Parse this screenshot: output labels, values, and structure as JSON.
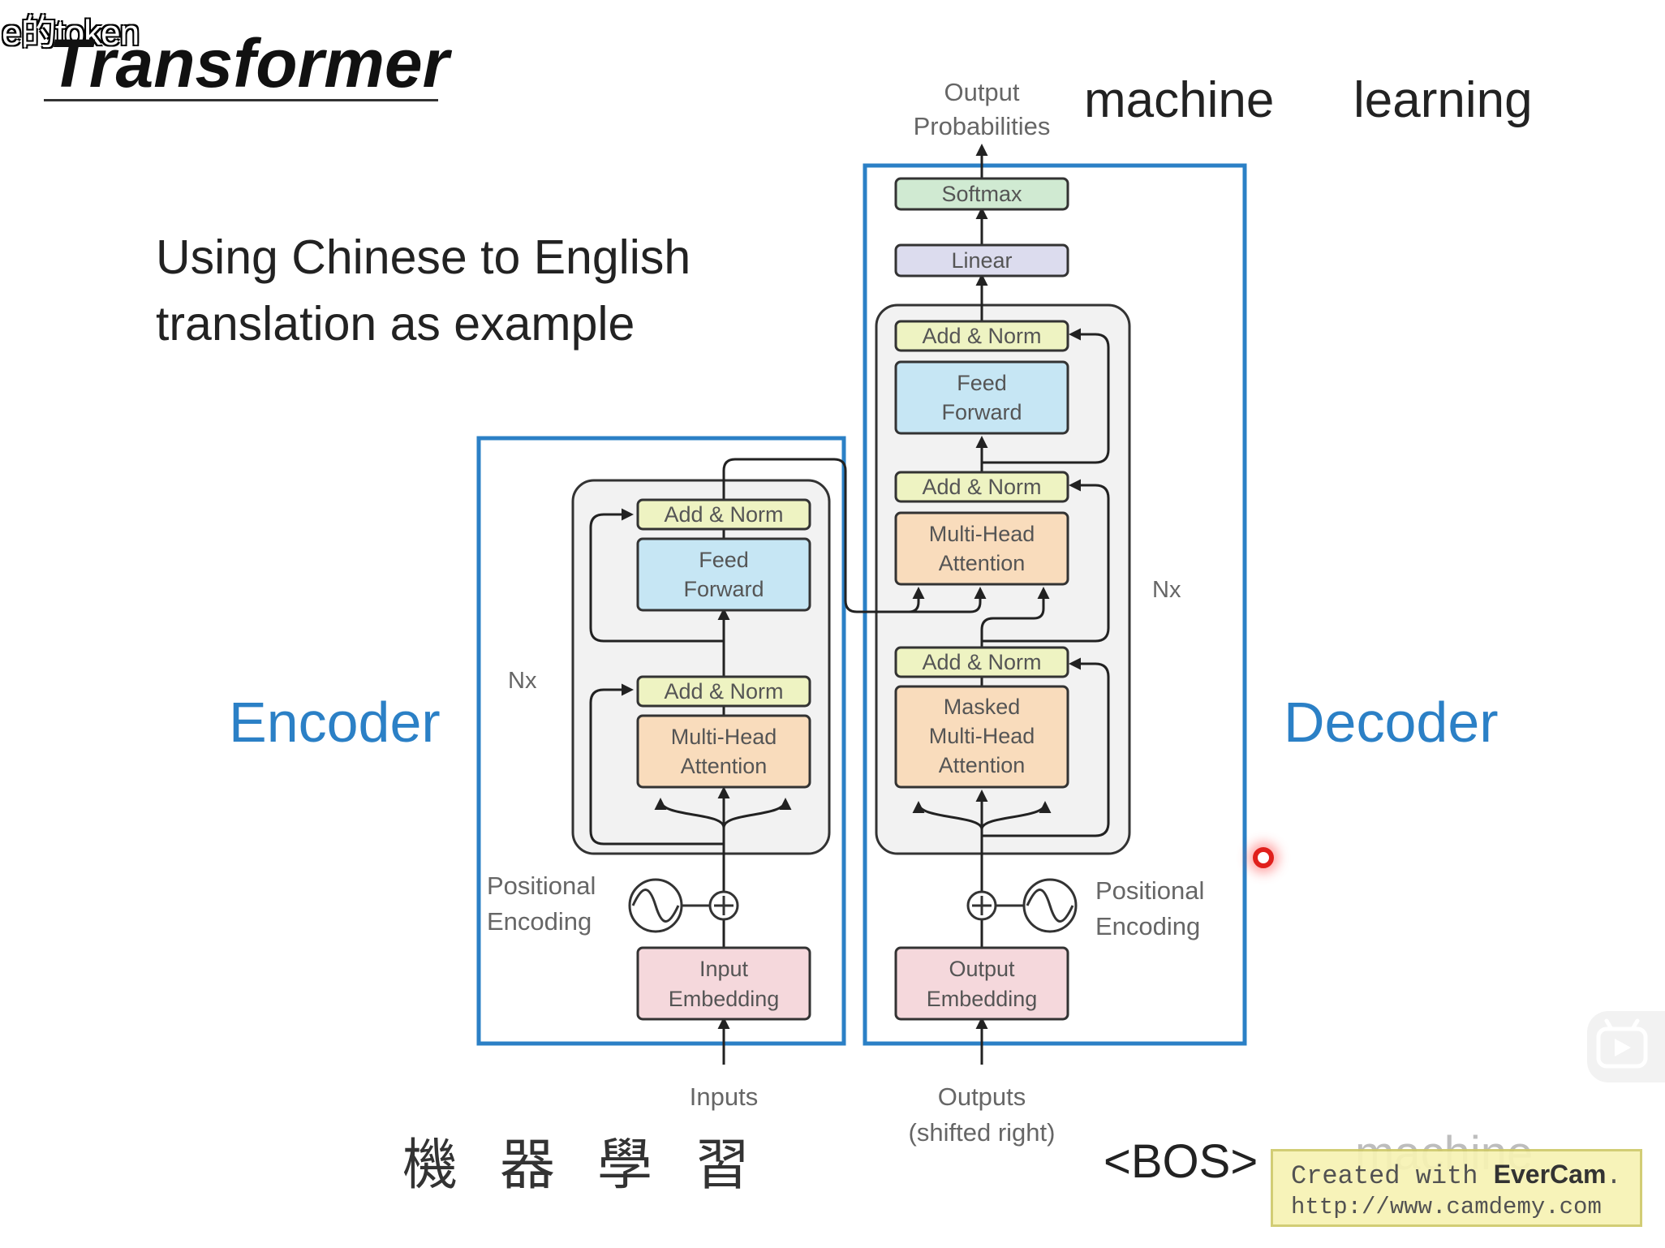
{
  "corner_tag": "e的token",
  "title": "Transformer",
  "subtitle": [
    "Using Chinese to English",
    "translation as example"
  ],
  "labels": {
    "encoder": "Encoder",
    "decoder": "Decoder"
  },
  "output_words": [
    "machine",
    "learning"
  ],
  "input_chars": [
    "機",
    "器",
    "學",
    "習"
  ],
  "decoder_input_token": "<BOS>",
  "ghost_word": "machine",
  "diagram": {
    "output_probabilities": [
      "Output",
      "Probabilities"
    ],
    "softmax": "Softmax",
    "linear": "Linear",
    "add_norm": "Add & Norm",
    "feed_forward": [
      "Feed",
      "Forward"
    ],
    "multi_head_attention": [
      "Multi-Head",
      "Attention"
    ],
    "masked_multi_head_attention": [
      "Masked",
      "Multi-Head",
      "Attention"
    ],
    "nx": "Nx",
    "positional_encoding": [
      "Positional",
      "Encoding"
    ],
    "input_embedding": [
      "Input",
      "Embedding"
    ],
    "output_embedding": [
      "Output",
      "Embedding"
    ],
    "inputs": "Inputs",
    "outputs": [
      "Outputs",
      "(shifted right)"
    ]
  },
  "watermark": {
    "prefix": "Created with ",
    "brand": "EverCam",
    "suffix": ".",
    "url": "http://www.camdemy.com"
  },
  "colors": {
    "highlight_blue": "#2b80c6",
    "add_norm": "#eef3c2",
    "feed_forward": "#c6e6f4",
    "attention": "#f9dcbc",
    "embedding": "#f5d8dc",
    "softmax": "#d0ead2",
    "linear": "#dcdcee",
    "layer_bg": "#f2f2f2"
  }
}
